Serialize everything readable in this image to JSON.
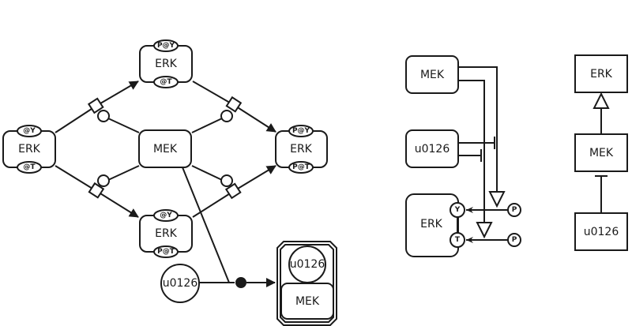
{
  "process_description": {
    "entities": {
      "erk_left": {
        "label": "ERK",
        "state_top": "@Y",
        "state_bottom": "@T"
      },
      "erk_top": {
        "label": "ERK",
        "state_top": "P@Y",
        "state_bottom": "@T"
      },
      "erk_bottom": {
        "label": "ERK",
        "state_top": "@Y",
        "state_bottom": "P@T"
      },
      "erk_right": {
        "label": "ERK",
        "state_top": "P@Y",
        "state_bottom": "P@T"
      },
      "mek": {
        "label": "MEK"
      },
      "u0126": {
        "label": "u0126"
      },
      "complex": {
        "member_chemical": "u0126",
        "member_protein": "MEK"
      }
    }
  },
  "entity_relationship": {
    "mek": {
      "label": "MEK"
    },
    "u0126": {
      "label": "u0126"
    },
    "erk": {
      "label": "ERK",
      "site_y": "Y",
      "site_t": "T"
    },
    "phospho_y": "P",
    "phospho_t": "P"
  },
  "activity_flow": {
    "erk": {
      "label": "ERK"
    },
    "mek": {
      "label": "MEK"
    },
    "u0126": {
      "label": "u0126"
    }
  }
}
